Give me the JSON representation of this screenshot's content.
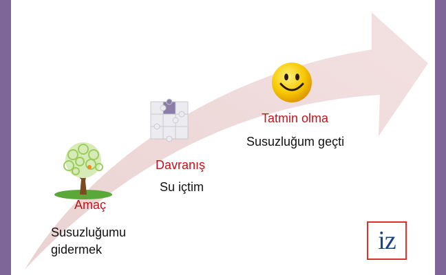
{
  "stages": [
    {
      "icon": "tree-icon",
      "title": "Amaç",
      "description": "Susuzluğumu gidermek"
    },
    {
      "icon": "puzzle-icon",
      "title": "Davranış",
      "description": "Su içtim"
    },
    {
      "icon": "smiley-icon",
      "title": "Tatmin olma",
      "description": "Susuzluğum geçti"
    }
  ],
  "logo": {
    "text": "iz"
  },
  "colors": {
    "frame": "#7f6699",
    "arrow": "#f0d8d8",
    "title": "#c0141c",
    "logo_border": "#d8322c",
    "logo_text": "#1c3f8c"
  }
}
